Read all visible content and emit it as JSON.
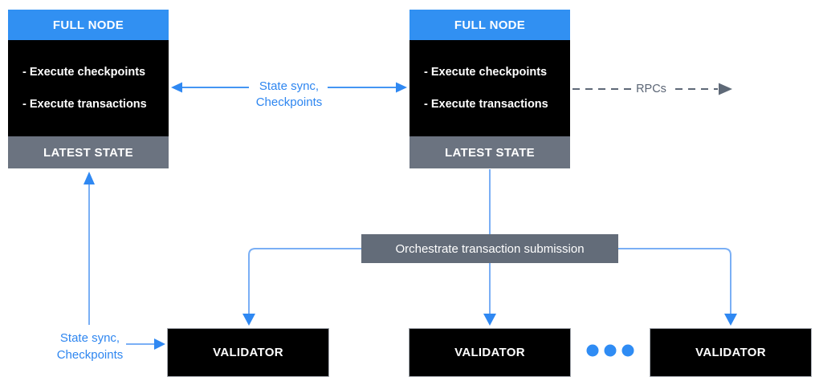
{
  "diagram": {
    "full_nodes": [
      {
        "title": "FULL NODE",
        "items": [
          "- Execute checkpoints",
          "- Execute transactions"
        ],
        "footer": "LATEST STATE"
      },
      {
        "title": "FULL NODE",
        "items": [
          "- Execute checkpoints",
          "- Execute transactions"
        ],
        "footer": "LATEST STATE"
      }
    ],
    "orchestrate_label": "Orchestrate transaction submission",
    "validators": [
      {
        "label": "VALIDATOR"
      },
      {
        "label": "VALIDATOR"
      },
      {
        "label": "VALIDATOR"
      }
    ],
    "edge_labels": {
      "state_sync_top": {
        "line1": "State sync,",
        "line2": "Checkpoints"
      },
      "state_sync_bottom": {
        "line1": "State sync,",
        "line2": "Checkpoints"
      },
      "rpcs": "RPCs"
    },
    "ellipsis_dot_count": 3,
    "colors": {
      "blue_accent": "#3190f2",
      "blue_text": "#2e86f0",
      "blue_line_light": "#7aaff5",
      "slate_box": "#636c79",
      "slate_footer": "#6b7380",
      "slate_dash": "#5e6977",
      "node_black": "#000000"
    }
  }
}
